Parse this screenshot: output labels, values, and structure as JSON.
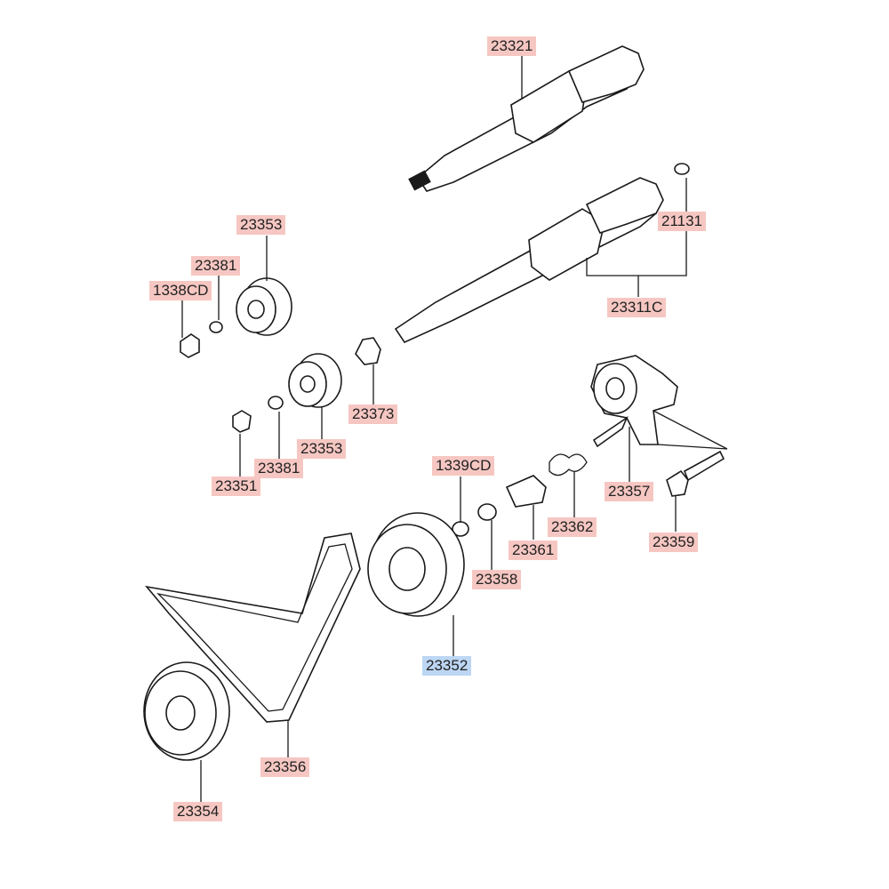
{
  "callouts": [
    {
      "id": "23321",
      "label": "23321",
      "selected": false
    },
    {
      "id": "21131",
      "label": "21131",
      "selected": false
    },
    {
      "id": "23311C",
      "label": "23311C",
      "selected": false
    },
    {
      "id": "23353_a",
      "label": "23353",
      "selected": false
    },
    {
      "id": "23381_a",
      "label": "23381",
      "selected": false
    },
    {
      "id": "1338CD",
      "label": "1338CD",
      "selected": false
    },
    {
      "id": "23373",
      "label": "23373",
      "selected": false
    },
    {
      "id": "23353_b",
      "label": "23353",
      "selected": false
    },
    {
      "id": "23381_b",
      "label": "23381",
      "selected": false
    },
    {
      "id": "23351",
      "label": "23351",
      "selected": false
    },
    {
      "id": "1339CD",
      "label": "1339CD",
      "selected": false
    },
    {
      "id": "23357",
      "label": "23357",
      "selected": false
    },
    {
      "id": "23362",
      "label": "23362",
      "selected": false
    },
    {
      "id": "23361",
      "label": "23361",
      "selected": false
    },
    {
      "id": "23358",
      "label": "23358",
      "selected": false
    },
    {
      "id": "23359",
      "label": "23359",
      "selected": false
    },
    {
      "id": "23352",
      "label": "23352",
      "selected": true
    },
    {
      "id": "23356",
      "label": "23356",
      "selected": false
    },
    {
      "id": "23354",
      "label": "23354",
      "selected": false
    }
  ],
  "colors": {
    "callout_bg": "#f6c7c2",
    "callout_selected_bg": "#bcd6f3",
    "line": "#1a1a1a"
  }
}
